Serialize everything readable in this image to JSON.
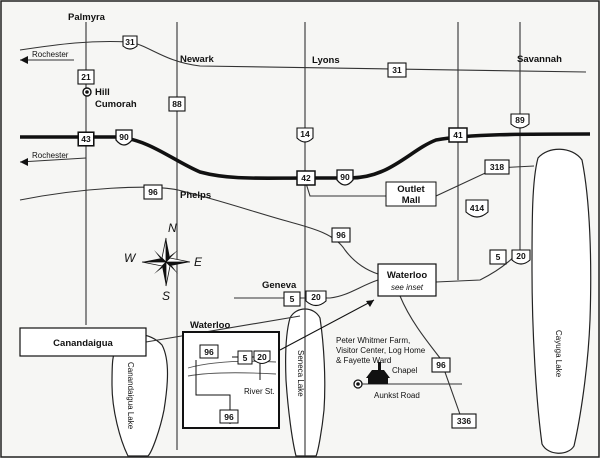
{
  "towns": {
    "palmyra": "Palmyra",
    "newark": "Newark",
    "lyons": "Lyons",
    "savannah": "Savannah",
    "phelps": "Phelps",
    "geneva": "Geneva",
    "hill_cumorah_1": "Hill",
    "hill_cumorah_2": "Cumorah"
  },
  "arrows": {
    "rochester_top": "Rochester",
    "rochester_mid": "Rochester"
  },
  "boxes": {
    "outlet_mall_1": "Outlet",
    "outlet_mall_2": "Mall",
    "waterloo": "Waterloo",
    "waterloo_note": "see inset",
    "canandaigua": "Canandaigua"
  },
  "lakes": {
    "canandaigua": "Canandaigua Lake",
    "seneca": "Seneca Lake",
    "cayuga": "Cayuga Lake"
  },
  "routes": {
    "r31a": "31",
    "r21": "21",
    "r88": "88",
    "r31b": "31",
    "r89": "89",
    "r43": "43",
    "r90a": "90",
    "r14": "14",
    "r41": "41",
    "r42": "42",
    "r90b": "90",
    "r318": "318",
    "r96a": "96",
    "r414": "414",
    "r96b": "96",
    "r5a": "5",
    "r20a": "20",
    "r5b": "5",
    "r20b": "20",
    "r96c": "96",
    "r336": "336"
  },
  "inset": {
    "title": "Waterloo",
    "r96a": "96",
    "r5": "5",
    "r20": "20",
    "r96b": "96",
    "river": "River St."
  },
  "whitmer": {
    "l1": "Peter Whitmer Farm,",
    "l2": "Visitor Center, Log Home",
    "l3": "& Fayette Ward",
    "l4": "Chapel",
    "road": "Aunkst Road"
  },
  "compass": {
    "n": "N",
    "s": "S",
    "e": "E",
    "w": "W"
  }
}
